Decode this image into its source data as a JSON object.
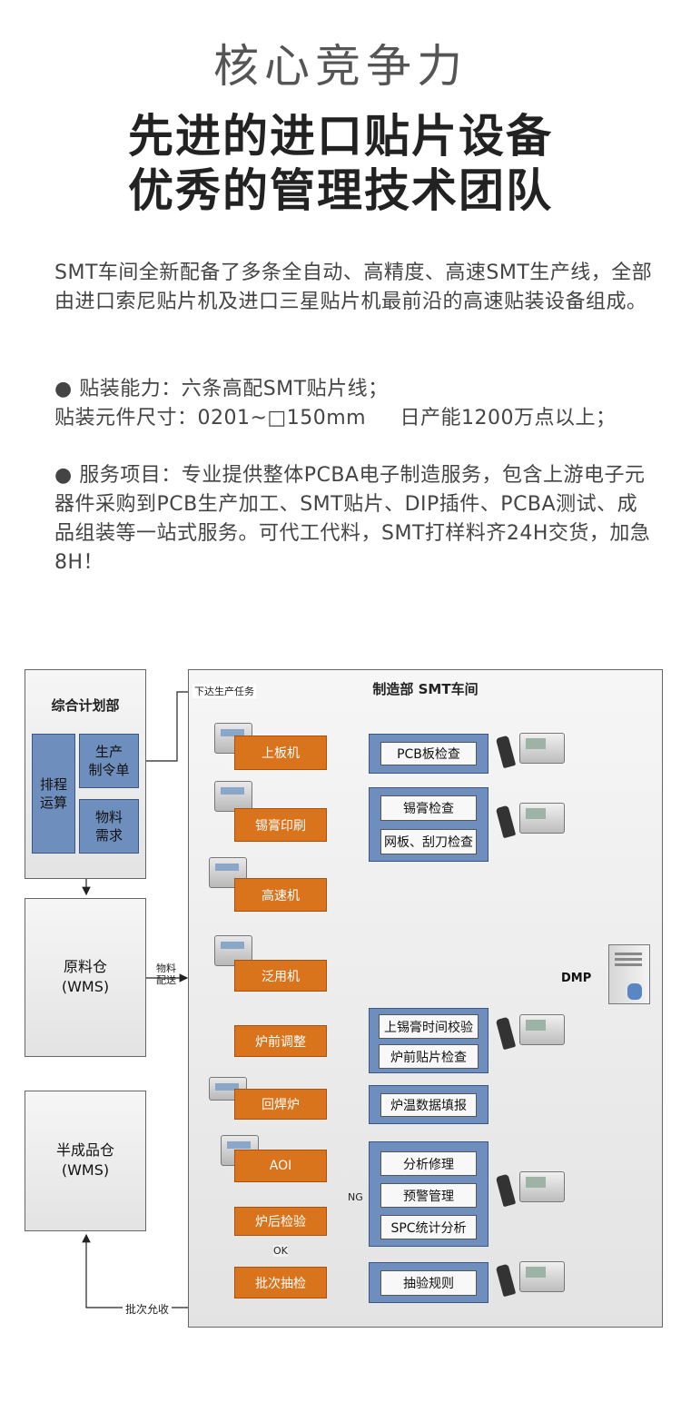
{
  "hero": {
    "subtitle": "核心竞争力",
    "line1": "先进的进口贴片设备",
    "line2": "优秀的管理技术团队"
  },
  "paragraphs": {
    "p1": "SMT车间全新配备了多条全自动、高精度、高速SMT生产线，全部由进口索尼贴片机及进口三星贴片机最前沿的高速贴装设备组成。",
    "p2_a": "● 贴装能力：六条高配SMT贴片线；",
    "p2_b": "贴装元件尺寸：0201~□150mm     日产能1200万点以上；",
    "p3": "● 服务项目：专业提供整体PCBA电子制造服务，包含上游电子元器件采购到PCB生产加工、SMT贴片、DIP插件、PCBA测试、成品组装等一站式服务。可代工代料，SMT打样料齐24H交货，加急8H！"
  },
  "diagram": {
    "planning": {
      "title": "综合计划部",
      "schedule": "排程\n运算",
      "order": "生产\n制令单",
      "material": "物料\n需求"
    },
    "raw_store": "原料仓\n(WMS)",
    "semi_store": "半成品仓\n(WMS)",
    "smt_title": "制造部 SMT车间",
    "task_label": "下达生产任务",
    "material_label": "物料\n配送",
    "batch_label": "批次允收",
    "ng_label": "NG",
    "ok_label": "OK",
    "dmp_label": "DMP",
    "process": [
      "上板机",
      "锡膏印刷",
      "高速机",
      "泛用机",
      "炉前调整",
      "回焊炉",
      "AOI",
      "炉后检验",
      "批次抽检"
    ],
    "checks": {
      "pcb": "PCB板检查",
      "solder": "锡膏检查",
      "stencil": "网板、刮刀检查",
      "paste_time": "上锡膏时间校验",
      "pre_oven": "炉前贴片检查",
      "oven_temp": "炉温数据填报",
      "analysis": "分析修理",
      "alarm": "预警管理",
      "spc": "SPC统计分析",
      "sampling": "抽验规则"
    }
  }
}
